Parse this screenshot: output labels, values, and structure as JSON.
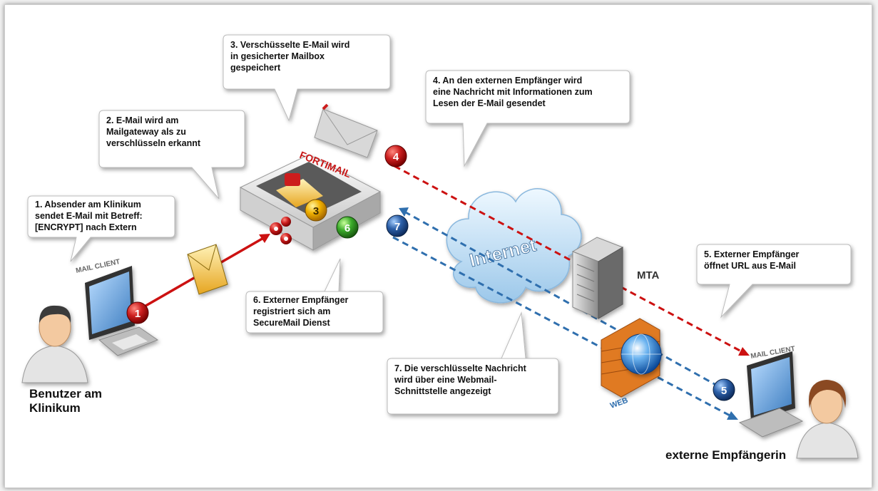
{
  "colors": {
    "red_arrow": "#cc1111",
    "blue_arrow": "#2f6fae",
    "cloud": "#cfe6f7",
    "step_red": "#cc1f1f",
    "step_yellow": "#f0b000",
    "step_green": "#3aaa2a",
    "step_blue": "#2b5fa8",
    "wall": "#e07a20"
  },
  "bubbles": {
    "b1": "1. Absender am Klinikum\nsendet E-Mail mit Betreff:\n[ENCRYPT] nach Extern",
    "b2": "2. E-Mail wird am\nMailgateway als zu\nverschlüsseln erkannt",
    "b3": "3. Verschüsselte E-Mail wird\nin gesicherter Mailbox\ngespeichert",
    "b4": "4. An den externen Empfänger wird\neine Nachricht mit Informationen zum\nLesen der E-Mail gesendet",
    "b5": "5. Externer Empfänger\nöffnet URL aus E-Mail",
    "b6": "6. Externer Empfänger\nregistriert sich am\nSecureMail Dienst",
    "b7": "7. Die verschlüsselte Nachricht\nwird über eine Webmail-\nSchnittstelle angezeigt"
  },
  "people": {
    "sender_label": "Benutzer am\nKlinikum",
    "recipient_label": "externe Empfängerin"
  },
  "nodes": {
    "mail_client_left": "MAIL CLIENT",
    "mail_client_right": "MAIL CLIENT",
    "internet": "Internet",
    "mta": "MTA",
    "web": "WEB",
    "fortimail": "FORTIMAIL"
  },
  "steps": [
    "1",
    "3",
    "4",
    "5",
    "6",
    "7"
  ]
}
